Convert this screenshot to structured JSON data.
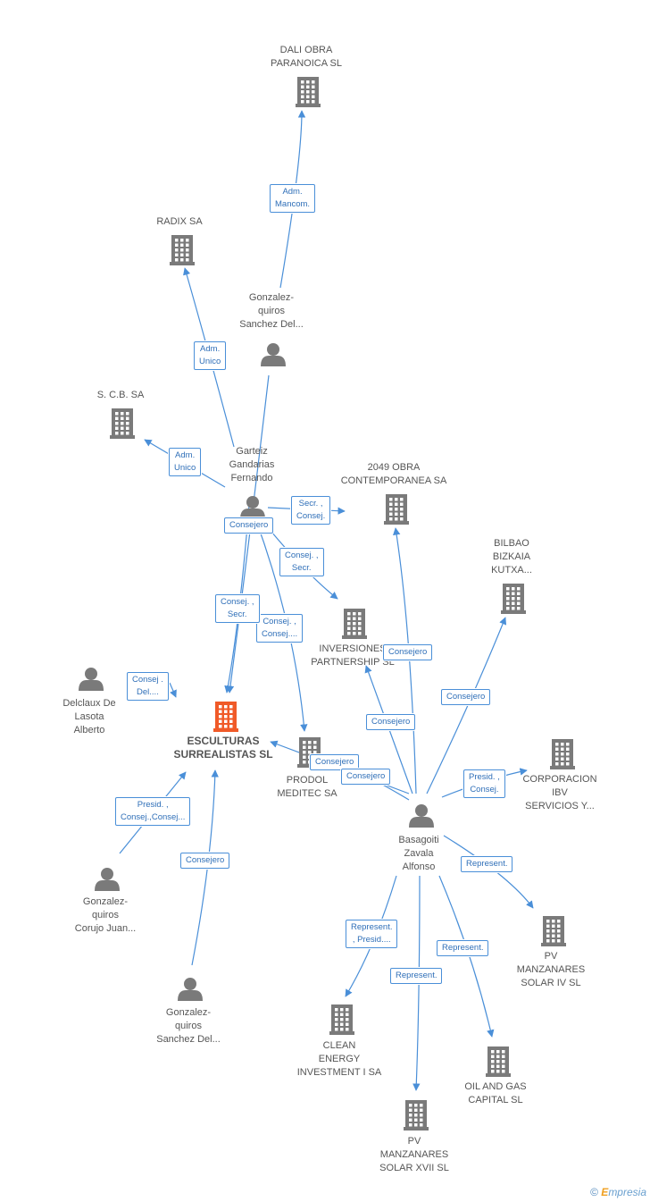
{
  "nodes": [
    {
      "id": "dali",
      "kind": "company",
      "label": [
        "DALI OBRA",
        "PARANOICA  SL"
      ]
    },
    {
      "id": "radix",
      "kind": "company",
      "label": [
        "RADIX SA"
      ]
    },
    {
      "id": "scb",
      "kind": "company",
      "label": [
        "S. C.B. SA"
      ]
    },
    {
      "id": "obra2049",
      "kind": "company",
      "label": [
        "2049 OBRA",
        "CONTEMPORANEA SA"
      ]
    },
    {
      "id": "bbk",
      "kind": "company",
      "label": [
        "BILBAO",
        "BIZKAIA",
        "KUTXA..."
      ]
    },
    {
      "id": "inversiones",
      "kind": "company",
      "label": [
        "INVERSIONES",
        "PARTNERSHIP SL"
      ]
    },
    {
      "id": "esculturas",
      "kind": "focus",
      "label": [
        "ESCULTURAS",
        "SURREALISTAS SL"
      ]
    },
    {
      "id": "prodol",
      "kind": "company",
      "label": [
        "PRODOL",
        "MEDITEC SA"
      ]
    },
    {
      "id": "corporacion",
      "kind": "company",
      "label": [
        "CORPORACION",
        "IBV",
        "SERVICIOS Y..."
      ]
    },
    {
      "id": "pv4",
      "kind": "company",
      "label": [
        "PV",
        "MANZANARES",
        "SOLAR IV SL"
      ]
    },
    {
      "id": "clean",
      "kind": "company",
      "label": [
        "CLEAN",
        "ENERGY",
        "INVESTMENT I SA"
      ]
    },
    {
      "id": "oil",
      "kind": "company",
      "label": [
        "OIL AND GAS",
        "CAPITAL SL"
      ]
    },
    {
      "id": "pv17",
      "kind": "company",
      "label": [
        "PV",
        "MANZANARES",
        "SOLAR XVII SL"
      ]
    },
    {
      "id": "gq_del_top",
      "kind": "person",
      "label": [
        "Gonzalez-",
        "quiros",
        "Sanchez Del..."
      ]
    },
    {
      "id": "garteiz",
      "kind": "person",
      "label": [
        "Garteiz",
        "Gandarias",
        "Fernando"
      ]
    },
    {
      "id": "delclaux",
      "kind": "person",
      "label": [
        "Delclaux De",
        "Lasota",
        "Alberto"
      ]
    },
    {
      "id": "gq_corujo",
      "kind": "person",
      "label": [
        "Gonzalez-",
        "quiros",
        "Corujo Juan..."
      ]
    },
    {
      "id": "gq_del_bottom",
      "kind": "person",
      "label": [
        "Gonzalez-",
        "quiros",
        "Sanchez Del..."
      ]
    },
    {
      "id": "basagoiti",
      "kind": "person",
      "label": [
        "Basagoiti",
        "Zavala",
        "Alfonso"
      ]
    }
  ],
  "edges": [
    {
      "from": "gq_del_top",
      "to": "dali",
      "label": [
        "Adm.",
        "Mancom."
      ]
    },
    {
      "from": "garteiz",
      "to": "radix",
      "label": [
        "Adm.",
        "Unico"
      ]
    },
    {
      "from": "garteiz",
      "to": "scb",
      "label": [
        "Adm.",
        "Unico"
      ]
    },
    {
      "from": "garteiz",
      "to": "obra2049",
      "label": [
        "Secr. ,",
        "Consej."
      ]
    },
    {
      "from": "garteiz",
      "to": "esculturas",
      "label": [
        "Consejero"
      ]
    },
    {
      "from": "garteiz",
      "to": "inversiones",
      "label": [
        "Consej. ,",
        "Secr."
      ]
    },
    {
      "from": "garteiz",
      "to": "prodol",
      "label": [
        "Consej. ,",
        "Consej...."
      ]
    },
    {
      "from": "gq_del_top",
      "to": "esculturas",
      "label": [
        "Consej. ,",
        "Secr."
      ]
    },
    {
      "from": "delclaux",
      "to": "esculturas",
      "label": [
        "Consej .",
        "Del...."
      ]
    },
    {
      "from": "gq_corujo",
      "to": "esculturas",
      "label": [
        "Presid. ,",
        "Consej.,Consej..."
      ]
    },
    {
      "from": "gq_del_bottom",
      "to": "esculturas",
      "label": [
        "Consejero"
      ]
    },
    {
      "from": "basagoiti",
      "to": "esculturas",
      "label": [
        "Consejero"
      ]
    },
    {
      "from": "basagoiti",
      "to": "obra2049",
      "label": [
        "Consejero"
      ]
    },
    {
      "from": "basagoiti",
      "to": "inversiones",
      "label": [
        "Consejero"
      ]
    },
    {
      "from": "basagoiti",
      "to": "bbk",
      "label": [
        "Consejero"
      ]
    },
    {
      "from": "basagoiti",
      "to": "prodol",
      "label": [
        "Consejero"
      ]
    },
    {
      "from": "basagoiti",
      "to": "corporacion",
      "label": [
        "Presid. ,",
        "Consej."
      ]
    },
    {
      "from": "basagoiti",
      "to": "pv4",
      "label": [
        "Represent."
      ]
    },
    {
      "from": "basagoiti",
      "to": "clean",
      "label": [
        "Represent.",
        ", Presid...."
      ]
    },
    {
      "from": "basagoiti",
      "to": "oil",
      "label": [
        "Represent."
      ]
    },
    {
      "from": "basagoiti",
      "to": "pv17",
      "label": [
        "Represent."
      ]
    }
  ],
  "colors": {
    "edge": "#4a8fd8",
    "node": "#7a7a7a",
    "focus": "#f05a28",
    "label": "#555555"
  },
  "footer": {
    "copyright": "©",
    "brand_initial": "E",
    "brand_rest": "mpresia"
  }
}
